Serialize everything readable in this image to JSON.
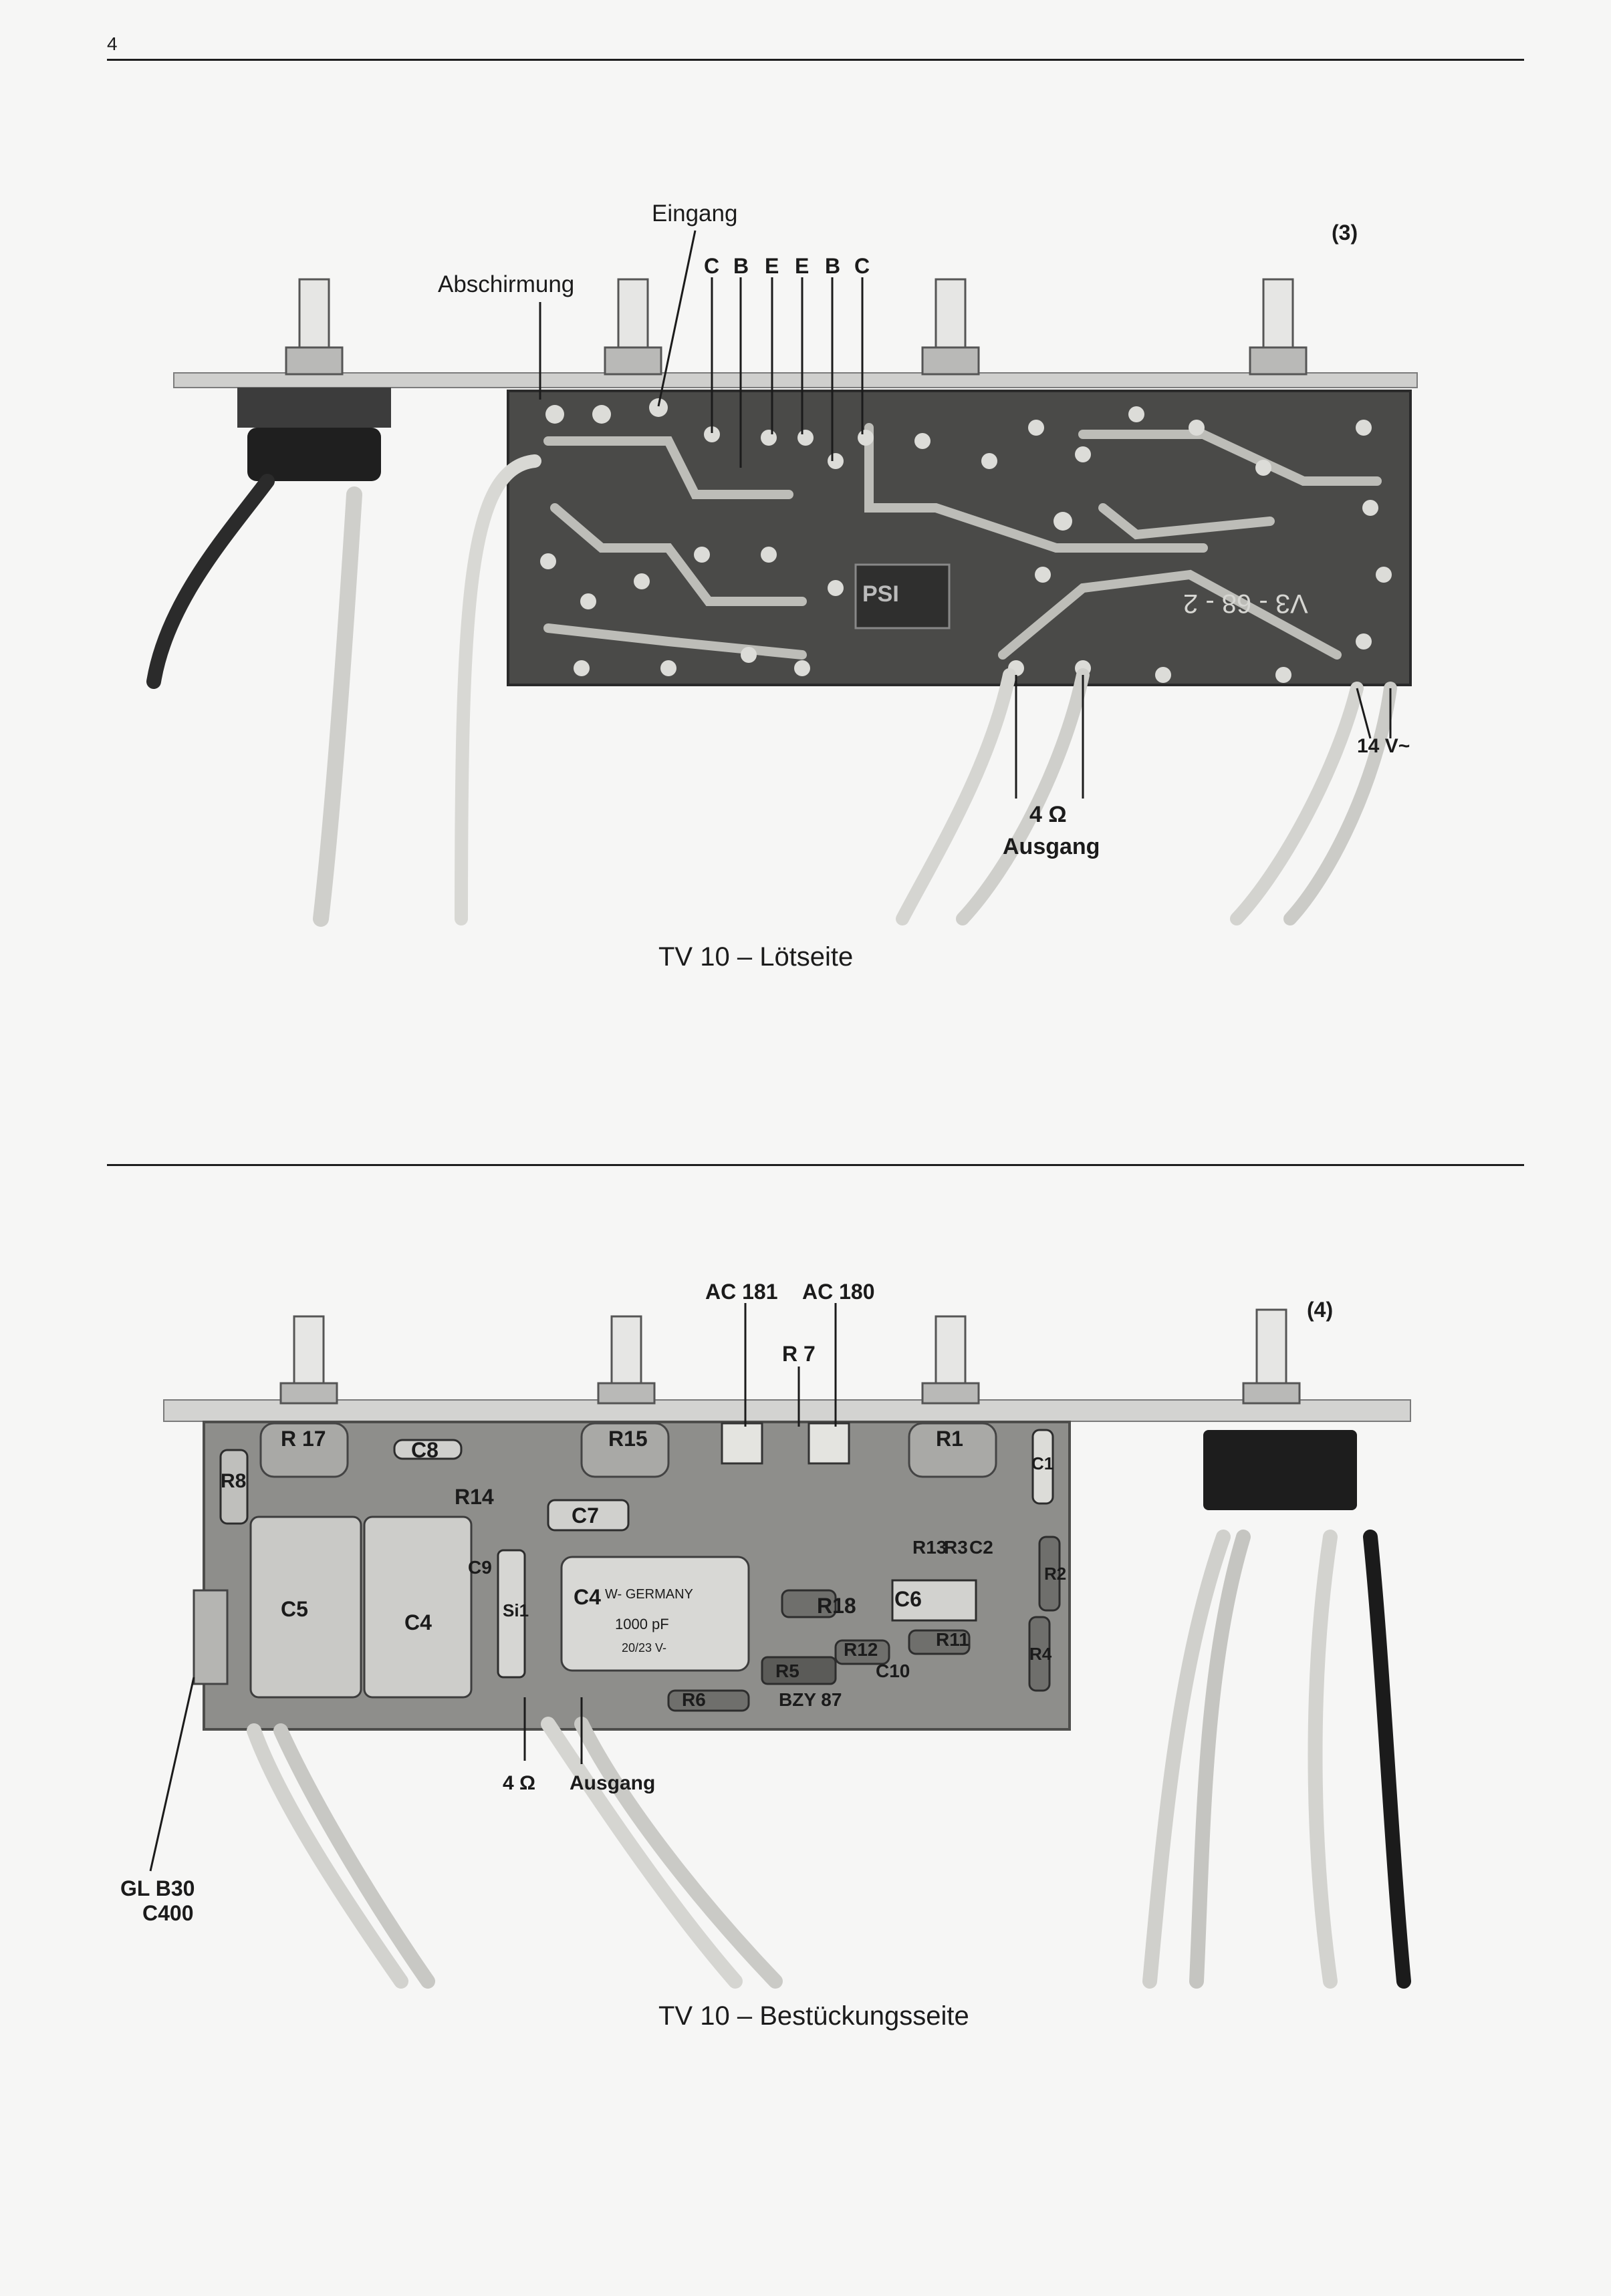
{
  "page": {
    "number": "4"
  },
  "figure_top": {
    "ref": "(3)",
    "caption": "TV 10 – Lötseite",
    "labels": {
      "eingang": "Eingang",
      "abschirmung": "Abschirmung",
      "pins": [
        "C",
        "B",
        "E",
        "E",
        "B",
        "C"
      ],
      "ohm": "4 Ω",
      "ausgang": "Ausgang",
      "voltage": "14 V~",
      "board_print": "V3 - 68 - 2",
      "logo": "PSI"
    }
  },
  "figure_bottom": {
    "ref": "(4)",
    "caption": "TV 10 – Bestückungsseite",
    "labels": {
      "ac181": "AC 181",
      "ac180": "AC 180",
      "r7": "R 7",
      "r17": "R 17",
      "c8": "C8",
      "r15": "R15",
      "r1": "R1",
      "c1": "C1",
      "r8": "R8",
      "r14": "R14",
      "c7": "C7",
      "c9": "C9",
      "si1": "Si1",
      "c5": "C5",
      "c4_side": "C4",
      "c4": "C4",
      "c4_text1": "W- GERMANY",
      "c4_text2": "1000 pF",
      "c4_text3": "20/23 V-",
      "r13": "R13",
      "r3": "R3",
      "c2": "C2",
      "r2": "R2",
      "c6": "C6",
      "r18": "R18",
      "r12": "R12",
      "r11": "R11",
      "c10": "C10",
      "r4": "R4",
      "r5": "R5",
      "r6": "R6",
      "bzy": "BZY 87",
      "ohm": "4 Ω",
      "ausgang": "Ausgang",
      "gl1": "GL B30",
      "gl2": "C400"
    }
  }
}
